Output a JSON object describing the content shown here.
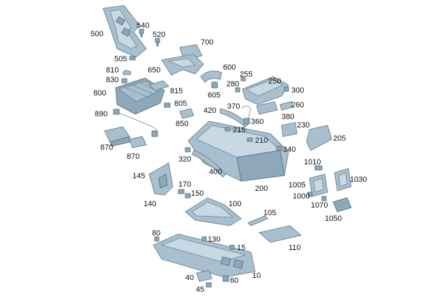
{
  "diagram": {
    "labels": [
      {
        "id": "500",
        "text": "500"
      },
      {
        "id": "540",
        "text": "540"
      },
      {
        "id": "520",
        "text": "520"
      },
      {
        "id": "700",
        "text": "700"
      },
      {
        "id": "505",
        "text": "505"
      },
      {
        "id": "650",
        "text": "650"
      },
      {
        "id": "600",
        "text": "600"
      },
      {
        "id": "255",
        "text": "255"
      },
      {
        "id": "250",
        "text": "250"
      },
      {
        "id": "810",
        "text": "810"
      },
      {
        "id": "830",
        "text": "830"
      },
      {
        "id": "280",
        "text": "280"
      },
      {
        "id": "300",
        "text": "300"
      },
      {
        "id": "800",
        "text": "800"
      },
      {
        "id": "815",
        "text": "815"
      },
      {
        "id": "605",
        "text": "605"
      },
      {
        "id": "805",
        "text": "805"
      },
      {
        "id": "260",
        "text": "260"
      },
      {
        "id": "420",
        "text": "420"
      },
      {
        "id": "370",
        "text": "370"
      },
      {
        "id": "890",
        "text": "890"
      },
      {
        "id": "850",
        "text": "850"
      },
      {
        "id": "380",
        "text": "380"
      },
      {
        "id": "360",
        "text": "360"
      },
      {
        "id": "230",
        "text": "230"
      },
      {
        "id": "215",
        "text": "215"
      },
      {
        "id": "205",
        "text": "205"
      },
      {
        "id": "210",
        "text": "210"
      },
      {
        "id": "870a",
        "text": "870"
      },
      {
        "id": "870b",
        "text": "870"
      },
      {
        "id": "340",
        "text": "340"
      },
      {
        "id": "320",
        "text": "320"
      },
      {
        "id": "1010",
        "text": "1010"
      },
      {
        "id": "400",
        "text": "400"
      },
      {
        "id": "1030",
        "text": "1030"
      },
      {
        "id": "145",
        "text": "145"
      },
      {
        "id": "200",
        "text": "200"
      },
      {
        "id": "1005",
        "text": "1005"
      },
      {
        "id": "170",
        "text": "170"
      },
      {
        "id": "150",
        "text": "150"
      },
      {
        "id": "1000",
        "text": "1000"
      },
      {
        "id": "140",
        "text": "140"
      },
      {
        "id": "100",
        "text": "100"
      },
      {
        "id": "1070",
        "text": "1070"
      },
      {
        "id": "105",
        "text": "105"
      },
      {
        "id": "1050",
        "text": "1050"
      },
      {
        "id": "80",
        "text": "80"
      },
      {
        "id": "130",
        "text": "130"
      },
      {
        "id": "110",
        "text": "110"
      },
      {
        "id": "15",
        "text": "15"
      },
      {
        "id": "10",
        "text": "10"
      },
      {
        "id": "40",
        "text": "40"
      },
      {
        "id": "60",
        "text": "60"
      },
      {
        "id": "45",
        "text": "45"
      }
    ]
  }
}
